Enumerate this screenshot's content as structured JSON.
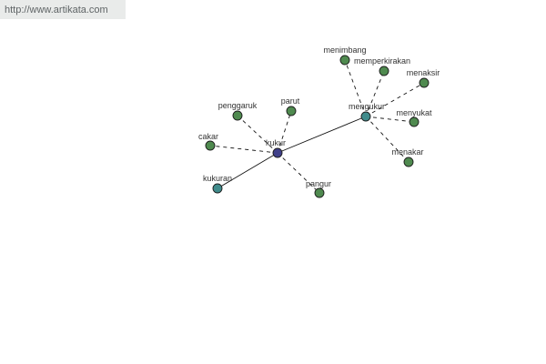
{
  "banner": {
    "text": "http://www.artikata.com"
  },
  "colors": {
    "background": "#ffffff",
    "banner_bg": "#e9ebea",
    "edge": "#111111",
    "node_stroke": "#1c1c1c",
    "hub_fill": "#40408a",
    "related_fill": "#3f8b8b",
    "leaf_fill": "#4f8a4f"
  },
  "graph": {
    "nodes": [
      {
        "id": "kukur",
        "label": "kukur",
        "kind": "hub"
      },
      {
        "id": "mengukur",
        "label": "mengukur",
        "kind": "related"
      },
      {
        "id": "kukuran",
        "label": "kukuran",
        "kind": "related"
      },
      {
        "id": "penggaruk",
        "label": "penggaruk",
        "kind": "leaf"
      },
      {
        "id": "parut",
        "label": "parut",
        "kind": "leaf"
      },
      {
        "id": "cakar",
        "label": "cakar",
        "kind": "leaf"
      },
      {
        "id": "pangur",
        "label": "pangur",
        "kind": "leaf"
      },
      {
        "id": "menimbang",
        "label": "menimbang",
        "kind": "leaf"
      },
      {
        "id": "memperkirakan",
        "label": "memperkirakan",
        "kind": "leaf"
      },
      {
        "id": "menaksir",
        "label": "menaksir",
        "kind": "leaf"
      },
      {
        "id": "menyukat",
        "label": "menyukat",
        "kind": "leaf"
      },
      {
        "id": "menakar",
        "label": "menakar",
        "kind": "leaf"
      }
    ],
    "edges": [
      {
        "from": "kukur",
        "to": "mengukur",
        "style": "solid"
      },
      {
        "from": "kukur",
        "to": "kukuran",
        "style": "solid"
      },
      {
        "from": "kukur",
        "to": "penggaruk",
        "style": "dashed"
      },
      {
        "from": "kukur",
        "to": "parut",
        "style": "dashed"
      },
      {
        "from": "kukur",
        "to": "cakar",
        "style": "dashed"
      },
      {
        "from": "kukur",
        "to": "pangur",
        "style": "dashed"
      },
      {
        "from": "mengukur",
        "to": "menimbang",
        "style": "dashed"
      },
      {
        "from": "mengukur",
        "to": "memperkirakan",
        "style": "dashed"
      },
      {
        "from": "mengukur",
        "to": "menaksir",
        "style": "dashed"
      },
      {
        "from": "mengukur",
        "to": "menyukat",
        "style": "dashed"
      },
      {
        "from": "mengukur",
        "to": "menakar",
        "style": "dashed"
      }
    ]
  }
}
